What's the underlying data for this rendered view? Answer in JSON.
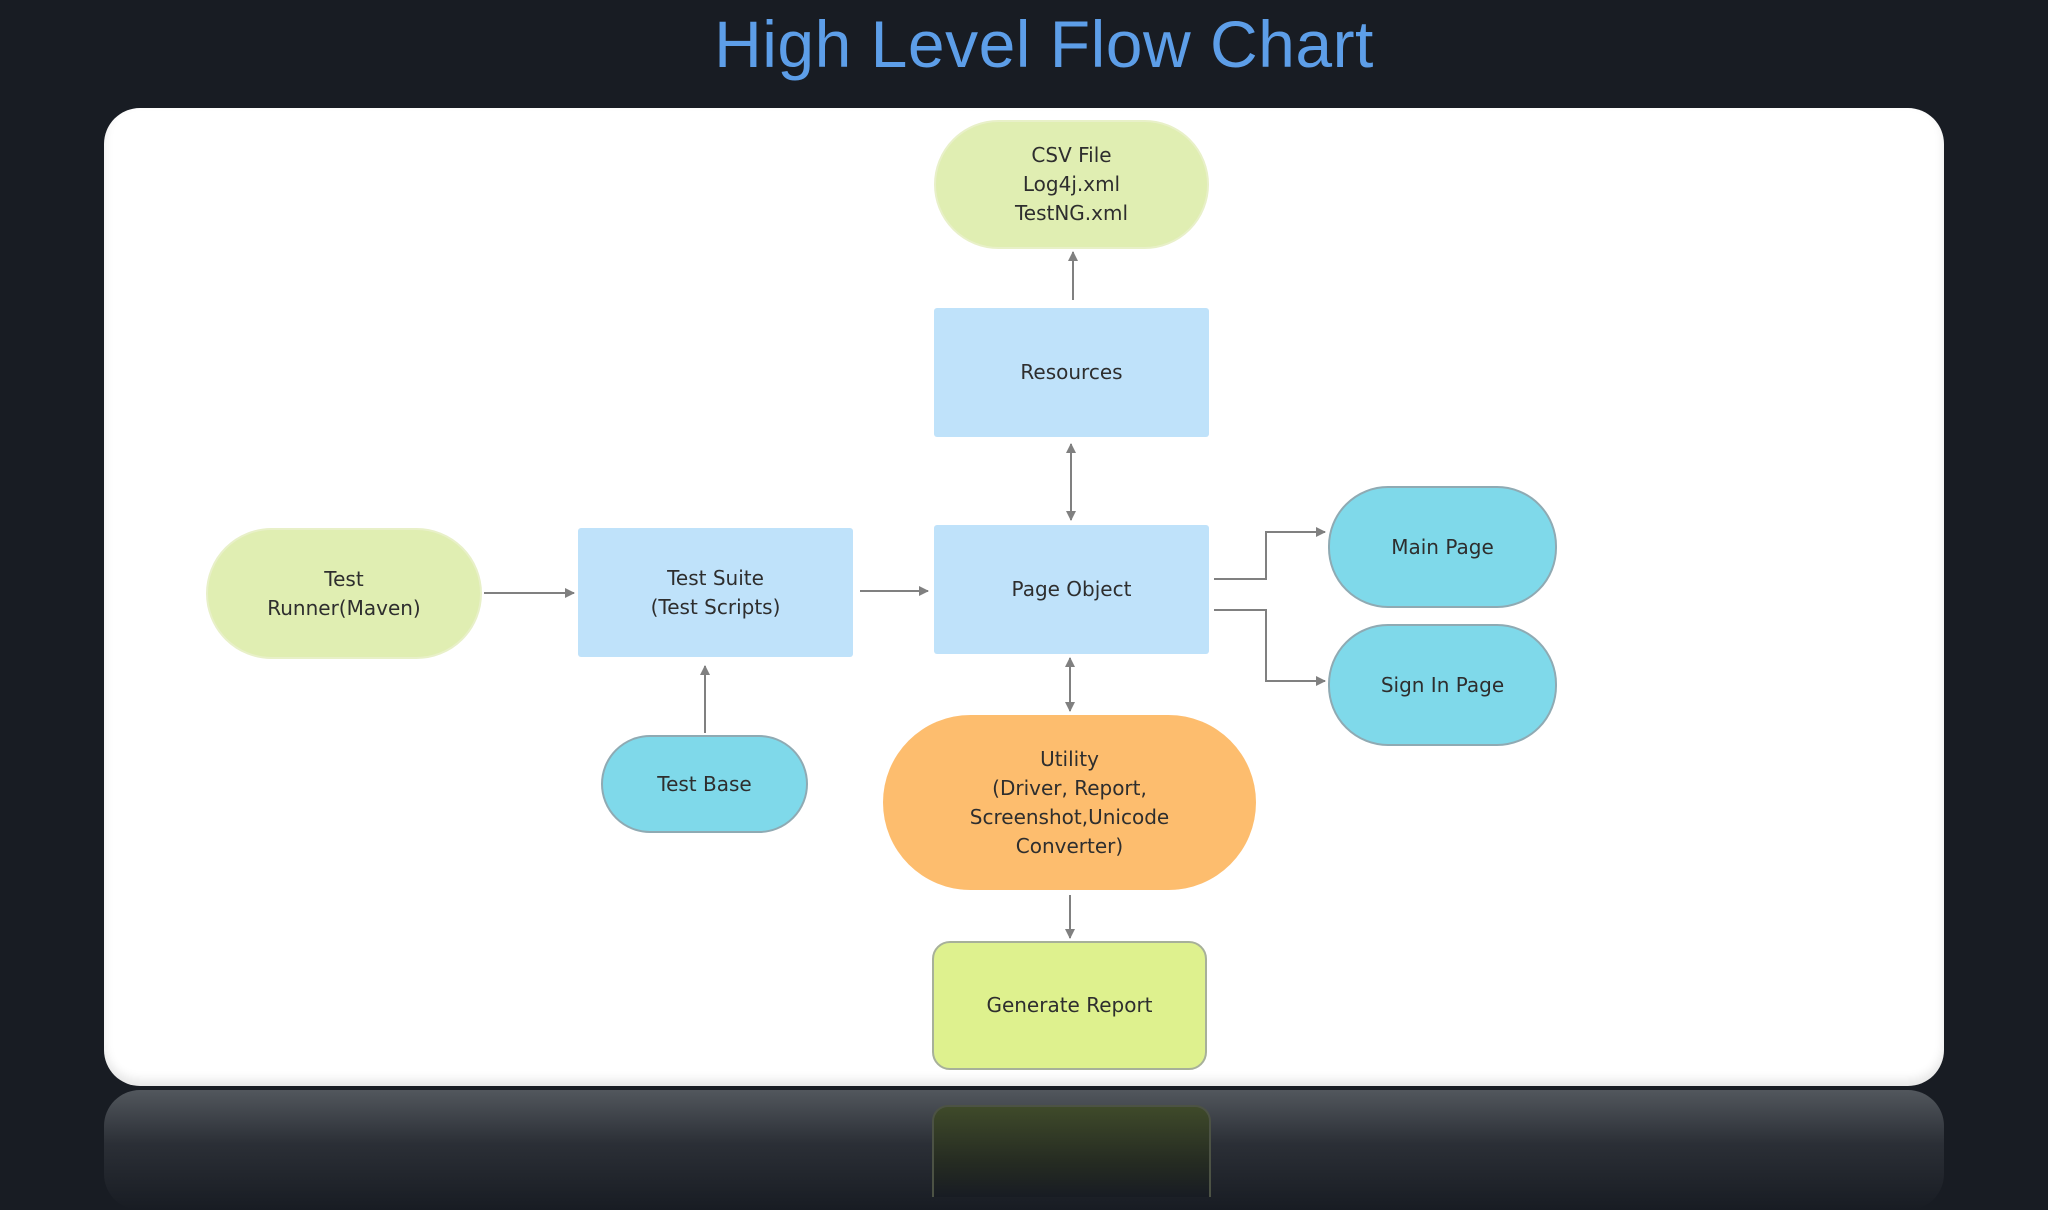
{
  "title": "High Level Flow Chart",
  "colors": {
    "background": "#181c23",
    "title": "#5d9ee8",
    "panel": "#ffffff",
    "box_blue": "#bfe2fa",
    "oval_green": "#e0eeb2",
    "oval_cyan": "#7fd9ea",
    "oval_orange": "#fdbd6e",
    "box_lime": "#def18e",
    "arrow": "#808080"
  },
  "nodes": {
    "config_files": {
      "lines": [
        "CSV File",
        "Log4j.xml",
        "TestNG.xml"
      ]
    },
    "resources": {
      "lines": [
        "Resources"
      ]
    },
    "test_runner": {
      "lines": [
        "Test",
        "Runner(Maven)"
      ]
    },
    "test_suite": {
      "lines": [
        "Test Suite",
        "(Test Scripts)"
      ]
    },
    "page_object": {
      "lines": [
        "Page Object"
      ]
    },
    "main_page": {
      "lines": [
        "Main Page"
      ]
    },
    "sign_in_page": {
      "lines": [
        "Sign In Page"
      ]
    },
    "test_base": {
      "lines": [
        "Test Base"
      ]
    },
    "utility": {
      "lines": [
        "Utility",
        "(Driver, Report,",
        "Screenshot,Unicode",
        "Converter)"
      ]
    },
    "generate_report": {
      "lines": [
        "Generate Report"
      ]
    }
  }
}
